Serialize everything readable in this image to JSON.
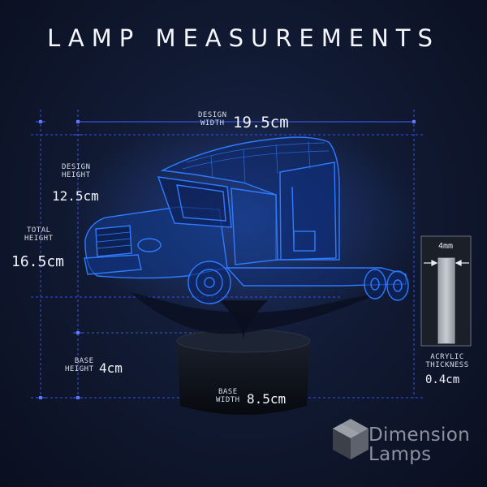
{
  "title": "LAMP MEASUREMENTS",
  "design_width": {
    "label_line1": "DESIGN",
    "label_line2": "WIDTH",
    "value": "19.5cm"
  },
  "design_height": {
    "label_line1": "DESIGN",
    "label_line2": "HEIGHT",
    "value": "12.5cm"
  },
  "total_height": {
    "label_line1": "TOTAL",
    "label_line2": "HEIGHT",
    "value": "16.5cm"
  },
  "base_height": {
    "label_line1": "BASE",
    "label_line2": "HEIGHT",
    "value": "4cm"
  },
  "base_width": {
    "label_line1": "BASE",
    "label_line2": "WIDTH",
    "value": "8.5cm"
  },
  "acrylic": {
    "inset_label": "4mm",
    "label_line1": "ACRYLIC",
    "label_line2": "THICKNESS",
    "value": "0.4cm"
  },
  "brand": {
    "line1": "Dimension",
    "line2": "Lamps",
    "icon": "cube-logo-icon"
  },
  "colors": {
    "background": "#111a33",
    "guide_line": "#3a52d6",
    "lamp_glow": "#2a6cff",
    "text": "#e8ecf5"
  }
}
